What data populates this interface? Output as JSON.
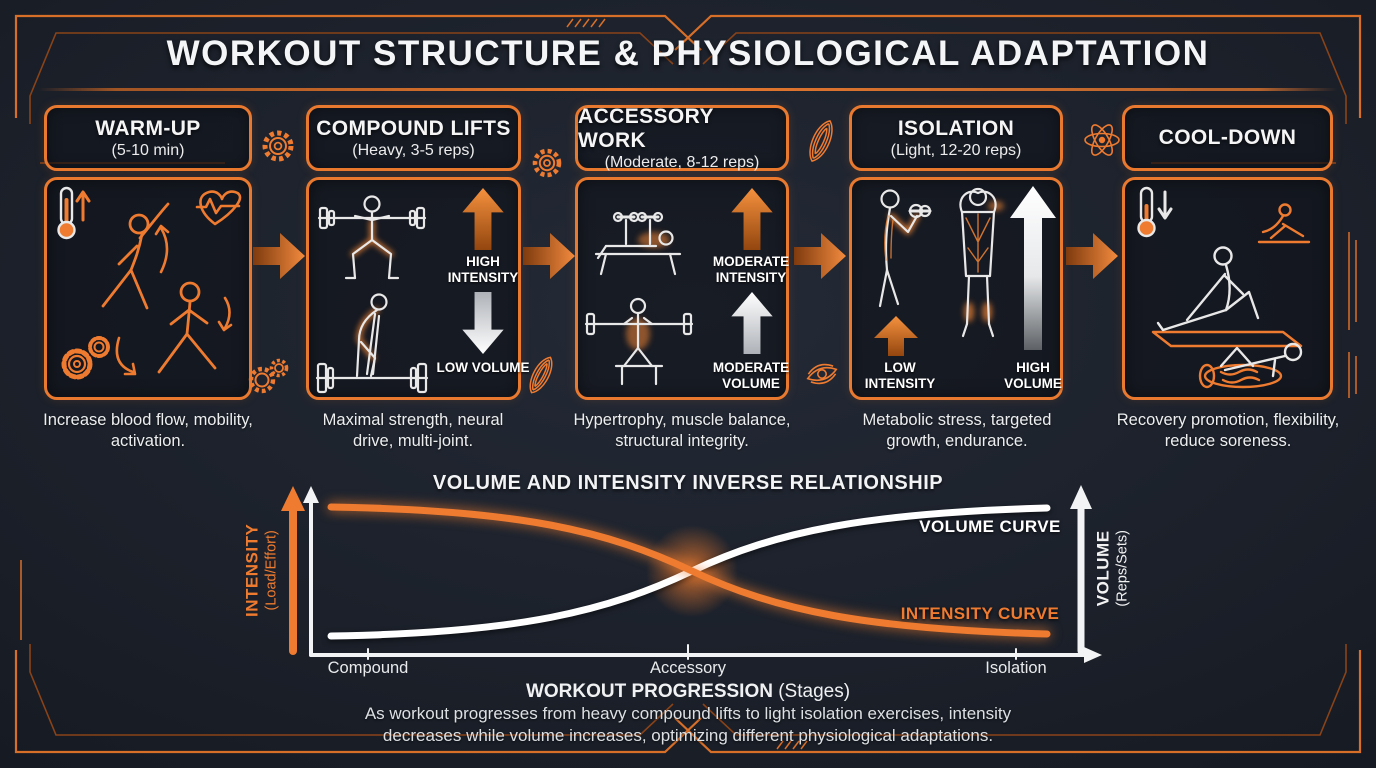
{
  "title": "WORKOUT STRUCTURE & PHYSIOLOGICAL ADAPTATION",
  "colors": {
    "background": "#1c212b",
    "accent_orange": "#e9792e",
    "text_white": "#f2f2f2"
  },
  "stages": [
    {
      "title": "WARM-UP",
      "subtitle": "(5-10 min)",
      "description": "Increase blood flow, mobility, activation.",
      "icons": [
        "thermometer-up-icon",
        "heart-pulse-icon",
        "side-stretch-figure",
        "lunge-stretch-figure",
        "gears-icon",
        "curved-arrow-icons"
      ]
    },
    {
      "title": "COMPOUND LIFTS",
      "subtitle": "(Heavy, 3-5 reps)",
      "description": "Maximal strength, neural drive, multi-joint.",
      "icons": [
        "barbell-squat-figure",
        "deadlift-figure"
      ],
      "labels": [
        {
          "text": "HIGH INTENSITY",
          "arrow": "up",
          "color": "#e9792e"
        },
        {
          "text": "LOW VOLUME",
          "arrow": "down",
          "color": "#ffffff"
        }
      ]
    },
    {
      "title": "ACCESSORY WORK",
      "subtitle": "(Moderate, 8-12 reps)",
      "description": "Hypertrophy, muscle balance, structural integrity.",
      "icons": [
        "bench-press-figure",
        "seated-press-figure"
      ],
      "labels": [
        {
          "text": "MODERATE INTENSITY",
          "arrow": "up",
          "color": "#e9792e"
        },
        {
          "text": "MODERATE VOLUME",
          "arrow": "up",
          "color": "#ffffff"
        }
      ]
    },
    {
      "title": "ISOLATION",
      "subtitle": "(Light, 12-20 reps)",
      "description": "Metabolic stress, targeted growth, endurance.",
      "icons": [
        "bicep-curl-figure",
        "rear-muscle-figure"
      ],
      "labels": [
        {
          "text": "LOW INTENSITY",
          "arrow": "up",
          "color": "#e9792e"
        },
        {
          "text": "HIGH VOLUME",
          "arrow": "up",
          "color": "#ffffff"
        }
      ]
    },
    {
      "title": "COOL-DOWN",
      "subtitle": "",
      "description": "Recovery promotion, flexibility, reduce soreness.",
      "icons": [
        "thermometer-down-icon",
        "mat-stretch-figure",
        "seated-stretch-icon",
        "foam-roller-figure"
      ]
    }
  ],
  "connector_icons": [
    "gear-icon",
    "gear-icon",
    "muscle-fiber-icon",
    "eye-icon",
    "atom-icon"
  ],
  "chart": {
    "title": "VOLUME AND INTENSITY INVERSE RELATIONSHIP",
    "y_left": {
      "label": "INTENSITY",
      "sublabel": "(Load/Effort)"
    },
    "y_right": {
      "label": "VOLUME",
      "sublabel": "(Reps/Sets)"
    },
    "x_ticks": [
      "Compound",
      "Accessory",
      "Isolation"
    ],
    "x_label": "WORKOUT PROGRESSION",
    "x_label_suffix": " (Stages)",
    "curve_labels": {
      "volume": "VOLUME CURVE",
      "intensity": "INTENSITY CURVE"
    }
  },
  "chart_data": {
    "type": "line",
    "x": [
      "Compound",
      "Accessory",
      "Isolation"
    ],
    "series": [
      {
        "name": "INTENSITY CURVE",
        "color": "#e9792e",
        "values": [
          93,
          50,
          8
        ]
      },
      {
        "name": "VOLUME CURVE",
        "color": "#ffffff",
        "values": [
          7,
          50,
          92
        ]
      }
    ],
    "title": "VOLUME AND INTENSITY INVERSE RELATIONSHIP",
    "xlabel": "WORKOUT PROGRESSION (Stages)",
    "ylabel_left": "INTENSITY (Load/Effort)",
    "ylabel_right": "VOLUME (Reps/Sets)",
    "ylim": [
      0,
      100
    ],
    "grid": false,
    "legend_position": "inline-curve-labels",
    "shape": "inverse-s-curves-crossing-at-accessory"
  },
  "caption": "As workout progresses from heavy compound lifts to light isolation exercises, intensity decreases while volume increases, optimizing different physiological adaptations."
}
